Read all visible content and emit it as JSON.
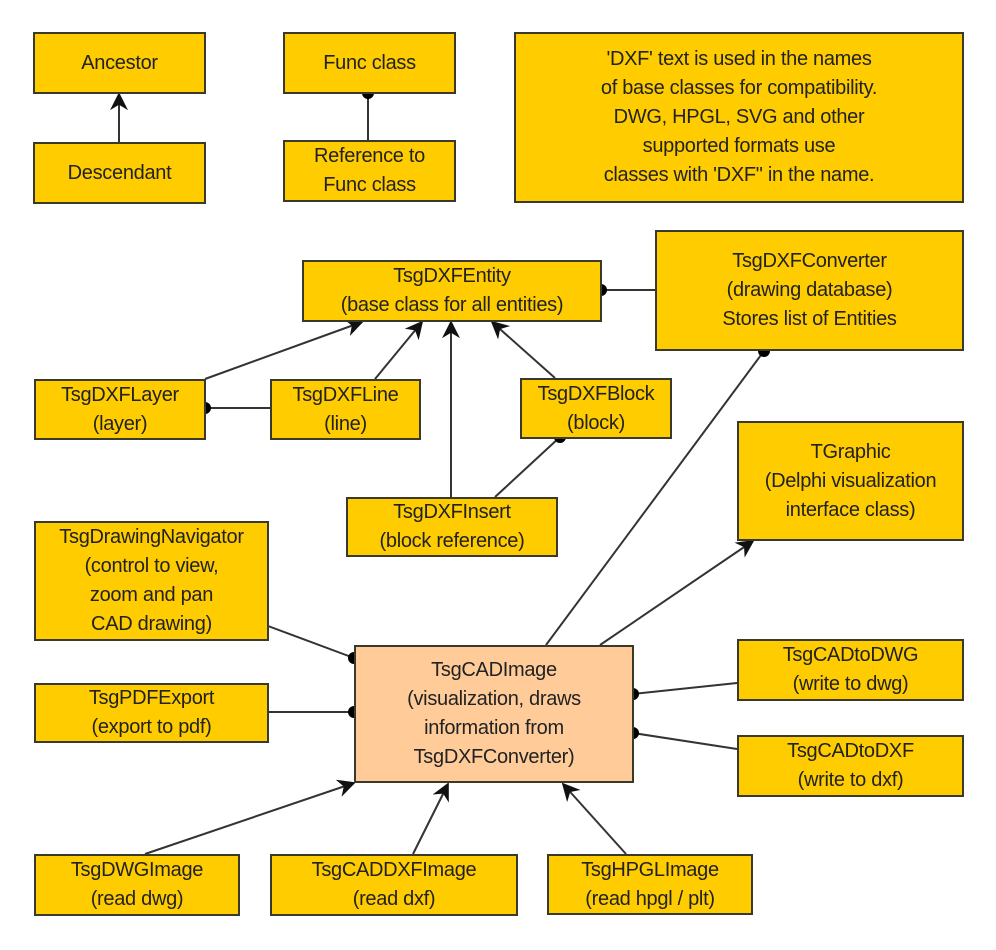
{
  "diagram": {
    "colors": {
      "class_fill": "#FFCC00",
      "main_fill": "#FFCC99",
      "stroke": "#333333"
    },
    "legend": {
      "ancestor": [
        "Ancestor"
      ],
      "descendant": [
        "Descendant"
      ],
      "func_class": [
        "Func class"
      ],
      "reference": [
        "Reference to",
        "Func class"
      ]
    },
    "note": [
      "'DXF' text is used in the names",
      "of base classes for compatibility.",
      "DWG, HPGL, SVG and other",
      "supported formats use",
      "classes with 'DXF\" in the name."
    ],
    "nodes": {
      "entity": [
        "TsgDXFEntity",
        "(base class for all entities)"
      ],
      "converter": [
        "TsgDXFConverter",
        "(drawing database)",
        "Stores list of Entities"
      ],
      "layer": [
        "TsgDXFLayer",
        "(layer)"
      ],
      "line": [
        "TsgDXFLine",
        "(line)"
      ],
      "block": [
        "TsgDXFBlock",
        "(block)"
      ],
      "insert": [
        "TsgDXFInsert",
        "(block reference)"
      ],
      "tgraphic": [
        "TGraphic",
        "(Delphi visualization",
        "interface class)"
      ],
      "navigator": [
        "TsgDrawingNavigator",
        "(control to view,",
        "zoom and pan",
        "CAD drawing)"
      ],
      "cadimage": [
        "TsgCADImage",
        "(visualization, draws",
        "information from",
        "TsgDXFConverter)"
      ],
      "pdfexport": [
        "TsgPDFExport",
        "(export to pdf)"
      ],
      "cadtodwg": [
        "TsgCADtoDWG",
        "(write to dwg)"
      ],
      "cadtodxf": [
        "TsgCADtoDXF",
        "(write to dxf)"
      ],
      "dwgimage": [
        "TsgDWGImage",
        "(read dwg)"
      ],
      "caddxfimage": [
        "TsgCADDXFImage",
        "(read dxf)"
      ],
      "hpglimage": [
        "TsgHPGLImage",
        "(read hpgl / plt)"
      ]
    },
    "relations": [
      {
        "from": "descendant",
        "to": "ancestor",
        "type": "inheritance"
      },
      {
        "from": "reference",
        "to": "func_class",
        "type": "reference"
      },
      {
        "from": "layer",
        "to": "entity",
        "type": "inheritance"
      },
      {
        "from": "line",
        "to": "entity",
        "type": "inheritance"
      },
      {
        "from": "insert",
        "to": "entity",
        "type": "inheritance"
      },
      {
        "from": "block",
        "to": "entity",
        "type": "inheritance"
      },
      {
        "from": "converter",
        "to": "entity",
        "type": "reference"
      },
      {
        "from": "line",
        "to": "layer",
        "type": "reference"
      },
      {
        "from": "insert",
        "to": "block",
        "type": "reference"
      },
      {
        "from": "cadimage",
        "to": "converter",
        "type": "reference"
      },
      {
        "from": "cadimage",
        "to": "tgraphic",
        "type": "inheritance"
      },
      {
        "from": "navigator",
        "to": "cadimage",
        "type": "reference"
      },
      {
        "from": "pdfexport",
        "to": "cadimage",
        "type": "reference"
      },
      {
        "from": "cadtodwg",
        "to": "cadimage",
        "type": "reference"
      },
      {
        "from": "cadtodxf",
        "to": "cadimage",
        "type": "reference"
      },
      {
        "from": "dwgimage",
        "to": "cadimage",
        "type": "inheritance"
      },
      {
        "from": "caddxfimage",
        "to": "cadimage",
        "type": "inheritance"
      },
      {
        "from": "hpglimage",
        "to": "cadimage",
        "type": "inheritance"
      }
    ]
  }
}
